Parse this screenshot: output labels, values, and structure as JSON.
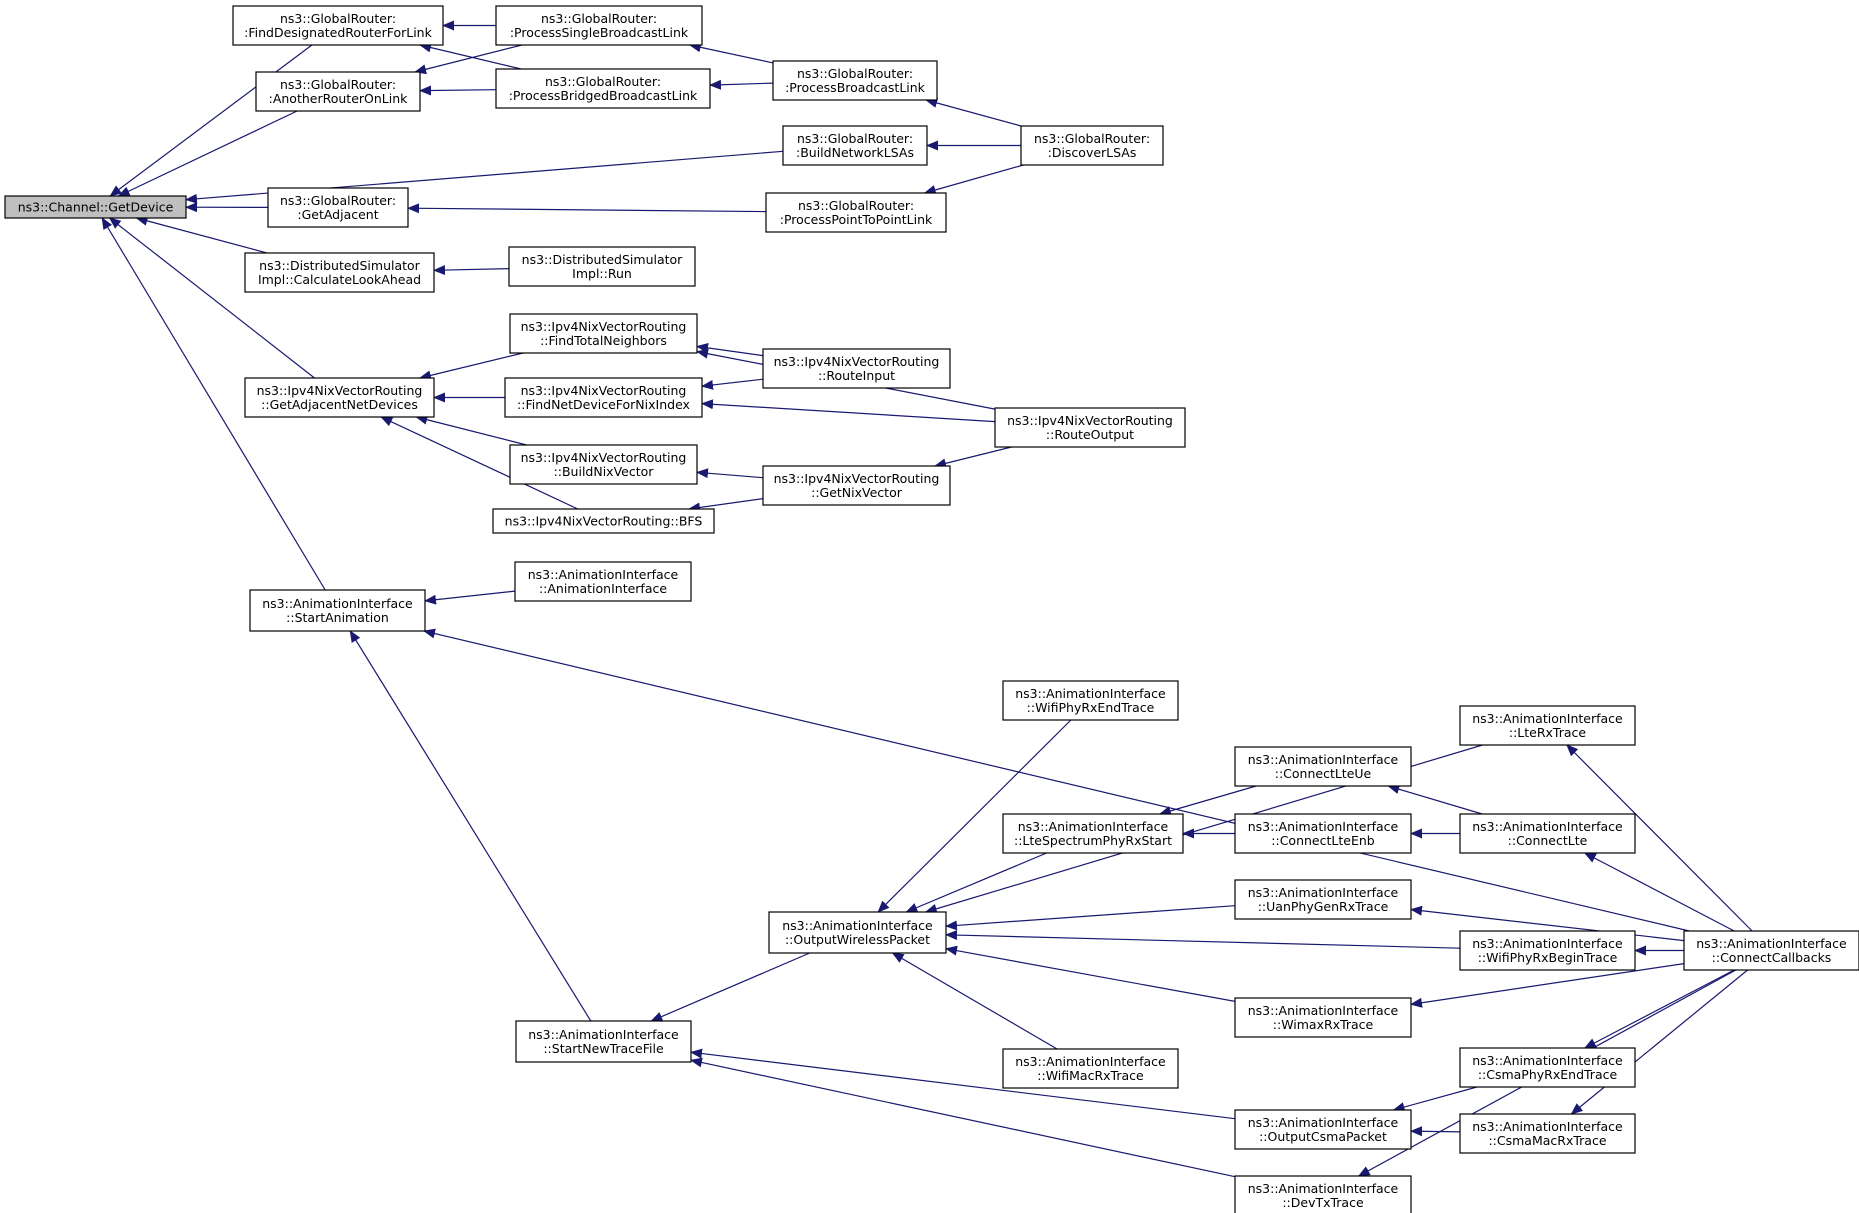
{
  "colors": {
    "edge": "#191970",
    "root_fill": "#bfbfbf",
    "node_fill": "#ffffff",
    "node_border": "#000000"
  },
  "nodes": {
    "root": {
      "lines": [
        "ns3::Channel::GetDevice"
      ]
    },
    "findDesignated": {
      "lines": [
        "ns3::GlobalRouter:",
        ":FindDesignatedRouterForLink"
      ]
    },
    "anotherRouter": {
      "lines": [
        "ns3::GlobalRouter:",
        ":AnotherRouterOnLink"
      ]
    },
    "processSingle": {
      "lines": [
        "ns3::GlobalRouter:",
        ":ProcessSingleBroadcastLink"
      ]
    },
    "processBridged": {
      "lines": [
        "ns3::GlobalRouter:",
        ":ProcessBridgedBroadcastLink"
      ]
    },
    "processBroadcast": {
      "lines": [
        "ns3::GlobalRouter:",
        ":ProcessBroadcastLink"
      ]
    },
    "buildNetworkLSAs": {
      "lines": [
        "ns3::GlobalRouter:",
        ":BuildNetworkLSAs"
      ]
    },
    "discoverLSAs": {
      "lines": [
        "ns3::GlobalRouter:",
        ":DiscoverLSAs"
      ]
    },
    "getAdjacent": {
      "lines": [
        "ns3::GlobalRouter:",
        ":GetAdjacent"
      ]
    },
    "processP2P": {
      "lines": [
        "ns3::GlobalRouter:",
        ":ProcessPointToPointLink"
      ]
    },
    "calcLookAhead": {
      "lines": [
        "ns3::DistributedSimulator",
        "Impl::CalculateLookAhead"
      ]
    },
    "dsRun": {
      "lines": [
        "ns3::DistributedSimulator",
        "Impl::Run"
      ]
    },
    "getAdjacentNetDevices": {
      "lines": [
        "ns3::Ipv4NixVectorRouting",
        "::GetAdjacentNetDevices"
      ]
    },
    "findTotalNeighbors": {
      "lines": [
        "ns3::Ipv4NixVectorRouting",
        "::FindTotalNeighbors"
      ]
    },
    "findNetDeviceForNixIndex": {
      "lines": [
        "ns3::Ipv4NixVectorRouting",
        "::FindNetDeviceForNixIndex"
      ]
    },
    "routeInput": {
      "lines": [
        "ns3::Ipv4NixVectorRouting",
        "::RouteInput"
      ]
    },
    "routeOutput": {
      "lines": [
        "ns3::Ipv4NixVectorRouting",
        "::RouteOutput"
      ]
    },
    "buildNixVector": {
      "lines": [
        "ns3::Ipv4NixVectorRouting",
        "::BuildNixVector"
      ]
    },
    "getNixVector": {
      "lines": [
        "ns3::Ipv4NixVectorRouting",
        "::GetNixVector"
      ]
    },
    "bfs": {
      "lines": [
        "ns3::Ipv4NixVectorRouting::BFS"
      ]
    },
    "startAnimation": {
      "lines": [
        "ns3::AnimationInterface",
        "::StartAnimation"
      ]
    },
    "animationInterface": {
      "lines": [
        "ns3::AnimationInterface",
        "::AnimationInterface"
      ]
    },
    "startNewTraceFile": {
      "lines": [
        "ns3::AnimationInterface",
        "::StartNewTraceFile"
      ]
    },
    "outputWirelessPacket": {
      "lines": [
        "ns3::AnimationInterface",
        "::OutputWirelessPacket"
      ]
    },
    "wifiPhyRxEndTrace": {
      "lines": [
        "ns3::AnimationInterface",
        "::WifiPhyRxEndTrace"
      ]
    },
    "lteSpectrumPhyRxStart": {
      "lines": [
        "ns3::AnimationInterface",
        "::LteSpectrumPhyRxStart"
      ]
    },
    "connectLteUe": {
      "lines": [
        "ns3::AnimationInterface",
        "::ConnectLteUe"
      ]
    },
    "connectLteEnb": {
      "lines": [
        "ns3::AnimationInterface",
        "::ConnectLteEnb"
      ]
    },
    "lteRxTrace": {
      "lines": [
        "ns3::AnimationInterface",
        "::LteRxTrace"
      ]
    },
    "connectLte": {
      "lines": [
        "ns3::AnimationInterface",
        "::ConnectLte"
      ]
    },
    "uanPhyGenRxTrace": {
      "lines": [
        "ns3::AnimationInterface",
        "::UanPhyGenRxTrace"
      ]
    },
    "wifiPhyRxBeginTrace": {
      "lines": [
        "ns3::AnimationInterface",
        "::WifiPhyRxBeginTrace"
      ]
    },
    "connectCallbacks": {
      "lines": [
        "ns3::AnimationInterface",
        "::ConnectCallbacks"
      ]
    },
    "wimaxRxTrace": {
      "lines": [
        "ns3::AnimationInterface",
        "::WimaxRxTrace"
      ]
    },
    "wifiMacRxTrace": {
      "lines": [
        "ns3::AnimationInterface",
        "::WifiMacRxTrace"
      ]
    },
    "csmaPhyRxEndTrace": {
      "lines": [
        "ns3::AnimationInterface",
        "::CsmaPhyRxEndTrace"
      ]
    },
    "outputCsmaPacket": {
      "lines": [
        "ns3::AnimationInterface",
        "::OutputCsmaPacket"
      ]
    },
    "csmaMacRxTrace": {
      "lines": [
        "ns3::AnimationInterface",
        "::CsmaMacRxTrace"
      ]
    },
    "devTxTrace": {
      "lines": [
        "ns3::AnimationInterface",
        "::DevTxTrace"
      ]
    }
  },
  "edges": [
    [
      "findDesignated",
      "root"
    ],
    [
      "anotherRouter",
      "root"
    ],
    [
      "buildNetworkLSAs",
      "root"
    ],
    [
      "getAdjacent",
      "root"
    ],
    [
      "calcLookAhead",
      "root"
    ],
    [
      "getAdjacentNetDevices",
      "root"
    ],
    [
      "startAnimation",
      "root"
    ],
    [
      "processSingle",
      "findDesignated"
    ],
    [
      "processBridged",
      "findDesignated"
    ],
    [
      "processSingle",
      "anotherRouter"
    ],
    [
      "processBridged",
      "anotherRouter"
    ],
    [
      "processBroadcast",
      "processSingle"
    ],
    [
      "processBroadcast",
      "processBridged"
    ],
    [
      "discoverLSAs",
      "processBroadcast"
    ],
    [
      "discoverLSAs",
      "buildNetworkLSAs"
    ],
    [
      "processP2P",
      "getAdjacent"
    ],
    [
      "discoverLSAs",
      "processP2P"
    ],
    [
      "dsRun",
      "calcLookAhead"
    ],
    [
      "findTotalNeighbors",
      "getAdjacentNetDevices"
    ],
    [
      "findNetDeviceForNixIndex",
      "getAdjacentNetDevices"
    ],
    [
      "buildNixVector",
      "getAdjacentNetDevices"
    ],
    [
      "bfs",
      "getAdjacentNetDevices"
    ],
    [
      "routeInput",
      "findTotalNeighbors"
    ],
    [
      "routeOutput",
      "findTotalNeighbors"
    ],
    [
      "routeInput",
      "findNetDeviceForNixIndex"
    ],
    [
      "routeOutput",
      "findNetDeviceForNixIndex"
    ],
    [
      "getNixVector",
      "buildNixVector"
    ],
    [
      "getNixVector",
      "bfs"
    ],
    [
      "routeOutput",
      "getNixVector"
    ],
    [
      "animationInterface",
      "startAnimation"
    ],
    [
      "connectCallbacks",
      "startAnimation"
    ],
    [
      "startNewTraceFile",
      "startAnimation"
    ],
    [
      "outputWirelessPacket",
      "startNewTraceFile"
    ],
    [
      "outputCsmaPacket",
      "startNewTraceFile"
    ],
    [
      "devTxTrace",
      "startNewTraceFile"
    ],
    [
      "wifiPhyRxEndTrace",
      "outputWirelessPacket"
    ],
    [
      "lteRxTrace",
      "outputWirelessPacket"
    ],
    [
      "lteSpectrumPhyRxStart",
      "outputWirelessPacket"
    ],
    [
      "uanPhyGenRxTrace",
      "outputWirelessPacket"
    ],
    [
      "wifiPhyRxBeginTrace",
      "outputWirelessPacket"
    ],
    [
      "wimaxRxTrace",
      "outputWirelessPacket"
    ],
    [
      "wifiMacRxTrace",
      "outputWirelessPacket"
    ],
    [
      "connectLteUe",
      "lteSpectrumPhyRxStart"
    ],
    [
      "connectLteEnb",
      "lteSpectrumPhyRxStart"
    ],
    [
      "connectLte",
      "connectLteUe"
    ],
    [
      "connectLte",
      "connectLteEnb"
    ],
    [
      "connectCallbacks",
      "lteRxTrace"
    ],
    [
      "connectCallbacks",
      "connectLte"
    ],
    [
      "connectCallbacks",
      "uanPhyGenRxTrace"
    ],
    [
      "connectCallbacks",
      "wifiPhyRxBeginTrace"
    ],
    [
      "connectCallbacks",
      "wimaxRxTrace"
    ],
    [
      "connectCallbacks",
      "csmaPhyRxEndTrace"
    ],
    [
      "connectCallbacks",
      "csmaMacRxTrace"
    ],
    [
      "connectCallbacks",
      "devTxTrace"
    ],
    [
      "csmaPhyRxEndTrace",
      "outputCsmaPacket"
    ],
    [
      "csmaMacRxTrace",
      "outputCsmaPacket"
    ]
  ]
}
